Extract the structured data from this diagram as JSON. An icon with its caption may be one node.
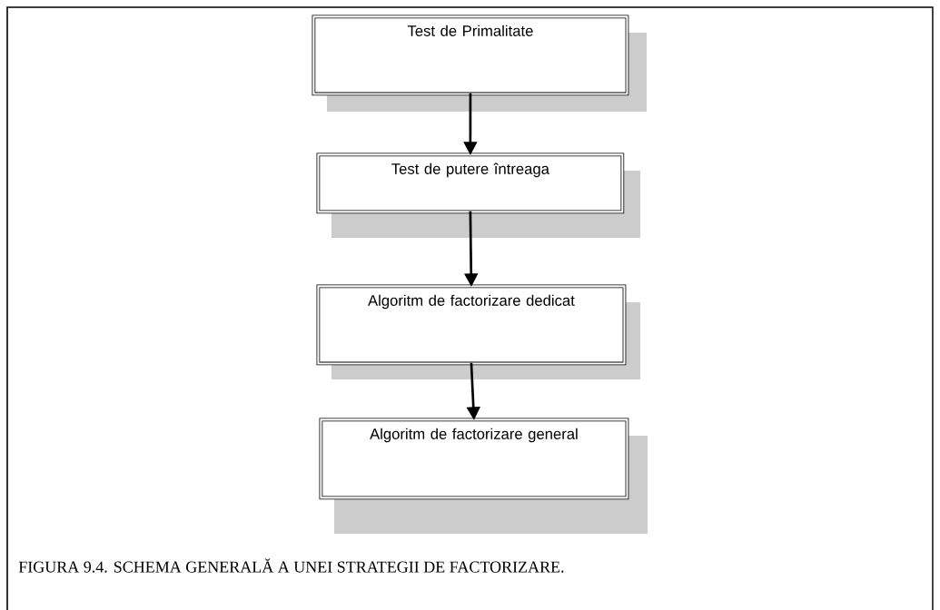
{
  "diagram": {
    "caption": "FIGURA 9.4. SCHEMA GENERALĂ A UNEI STRATEGII DE FACTORIZARE.",
    "nodes": [
      {
        "text": [
          "Test de Primalitate"
        ]
      },
      {
        "text": [
          "Test de putere întreaga"
        ]
      },
      {
        "text": [
          "Algoritm de factorizare dedicat"
        ]
      },
      {
        "text": [
          "Algoritm de factorizare general"
        ]
      }
    ],
    "edges": [
      {
        "from": 0,
        "to": 1,
        "arrow": "to"
      },
      {
        "from": 1,
        "to": 2,
        "arrow": "to"
      },
      {
        "from": 2,
        "to": 3,
        "arrow": "to"
      }
    ]
  }
}
